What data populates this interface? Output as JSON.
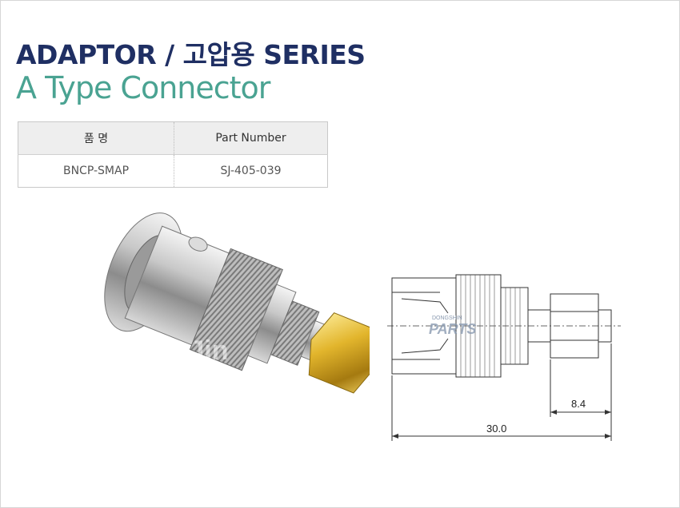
{
  "header": {
    "title": "ADAPTOR / 고압용  SERIES",
    "subtitle": "A Type Connector"
  },
  "spec_table": {
    "col_name": "품 명",
    "col_part": "Part Number",
    "name": "BNCP-SMAP",
    "part_number": "SJ-405-039"
  },
  "photo": {
    "watermark": "Sung Jin"
  },
  "drawing": {
    "logo_top": "DONGSHIN",
    "logo_main": "PARTS",
    "dim_small": "8.4",
    "dim_total": "30.0"
  },
  "colors": {
    "title": "#1f2f63",
    "subtitle": "#4aa392",
    "gold": "#d9b22a",
    "silver": "#c8c8c8"
  }
}
